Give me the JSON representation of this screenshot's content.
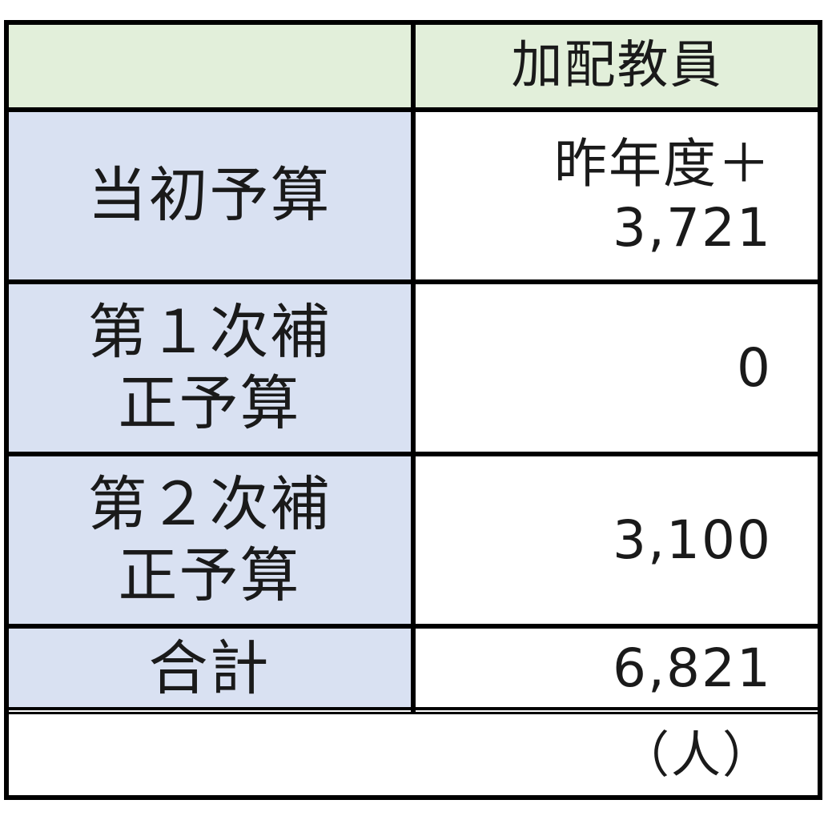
{
  "table": {
    "header": {
      "corner": "",
      "column": "加配教員"
    },
    "rows": [
      {
        "label_lines": [
          "当初予算"
        ],
        "value_lines": [
          "昨年度＋",
          "3,721"
        ]
      },
      {
        "label_lines": [
          "第１次補",
          "正予算"
        ],
        "value_lines": [
          "0"
        ]
      },
      {
        "label_lines": [
          "第２次補",
          "正予算"
        ],
        "value_lines": [
          "3,100"
        ]
      },
      {
        "label_lines": [
          "合計"
        ],
        "value_lines": [
          "6,821"
        ]
      }
    ],
    "unit": "（人）"
  },
  "colors": {
    "header_bg": "#e2efda",
    "label_bg": "#d9e1f2",
    "border": "#000000"
  }
}
